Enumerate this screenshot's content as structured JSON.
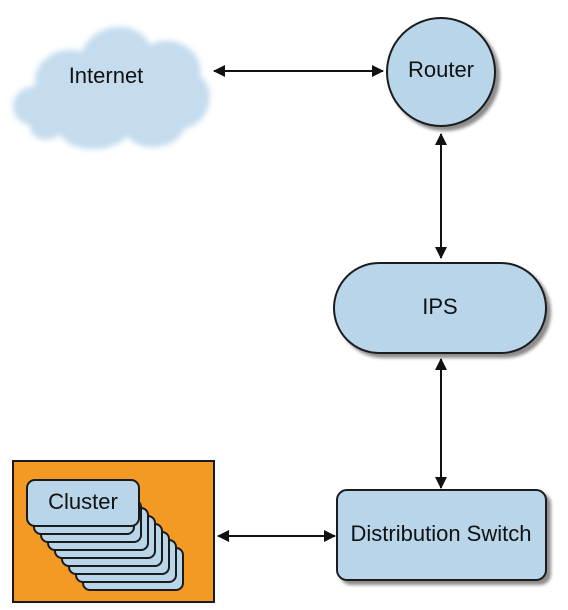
{
  "nodes": {
    "internet": {
      "label": "Internet"
    },
    "router": {
      "label": "Router"
    },
    "ips": {
      "label": "IPS"
    },
    "switch": {
      "label": "Distribution Switch"
    },
    "cluster": {
      "label": "Cluster"
    }
  },
  "colors": {
    "node_fill": "#b9d5ea",
    "node_stroke": "#1a1a1a",
    "cloud_fill": "#c4dcee",
    "cluster_bg": "#f39a24",
    "arrow": "#111111",
    "text": "#111111"
  },
  "icons": {
    "internet": "cloud-icon",
    "cluster": "stacked-servers-icon"
  }
}
